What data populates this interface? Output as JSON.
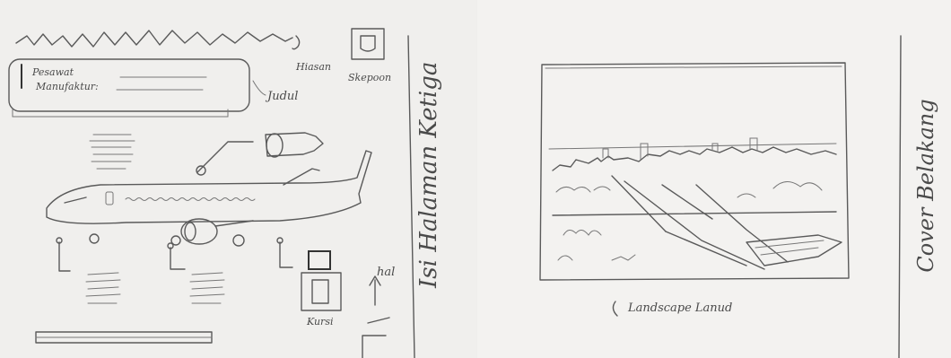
{
  "left_page": {
    "form_fields": {
      "plane_label": "Pesawat",
      "manufacturer_label": "Manufaktur:"
    },
    "annotations": {
      "pattern_note": "Hiasan",
      "logo_note": "Skepoon",
      "title_note": "Judul",
      "seat_note": "Kursi",
      "page_note": "hal"
    },
    "side_title": "Isi Halaman Ketiga"
  },
  "right_page": {
    "landscape_note": "Landscape Lanud",
    "side_title": "Cover Belakang"
  }
}
